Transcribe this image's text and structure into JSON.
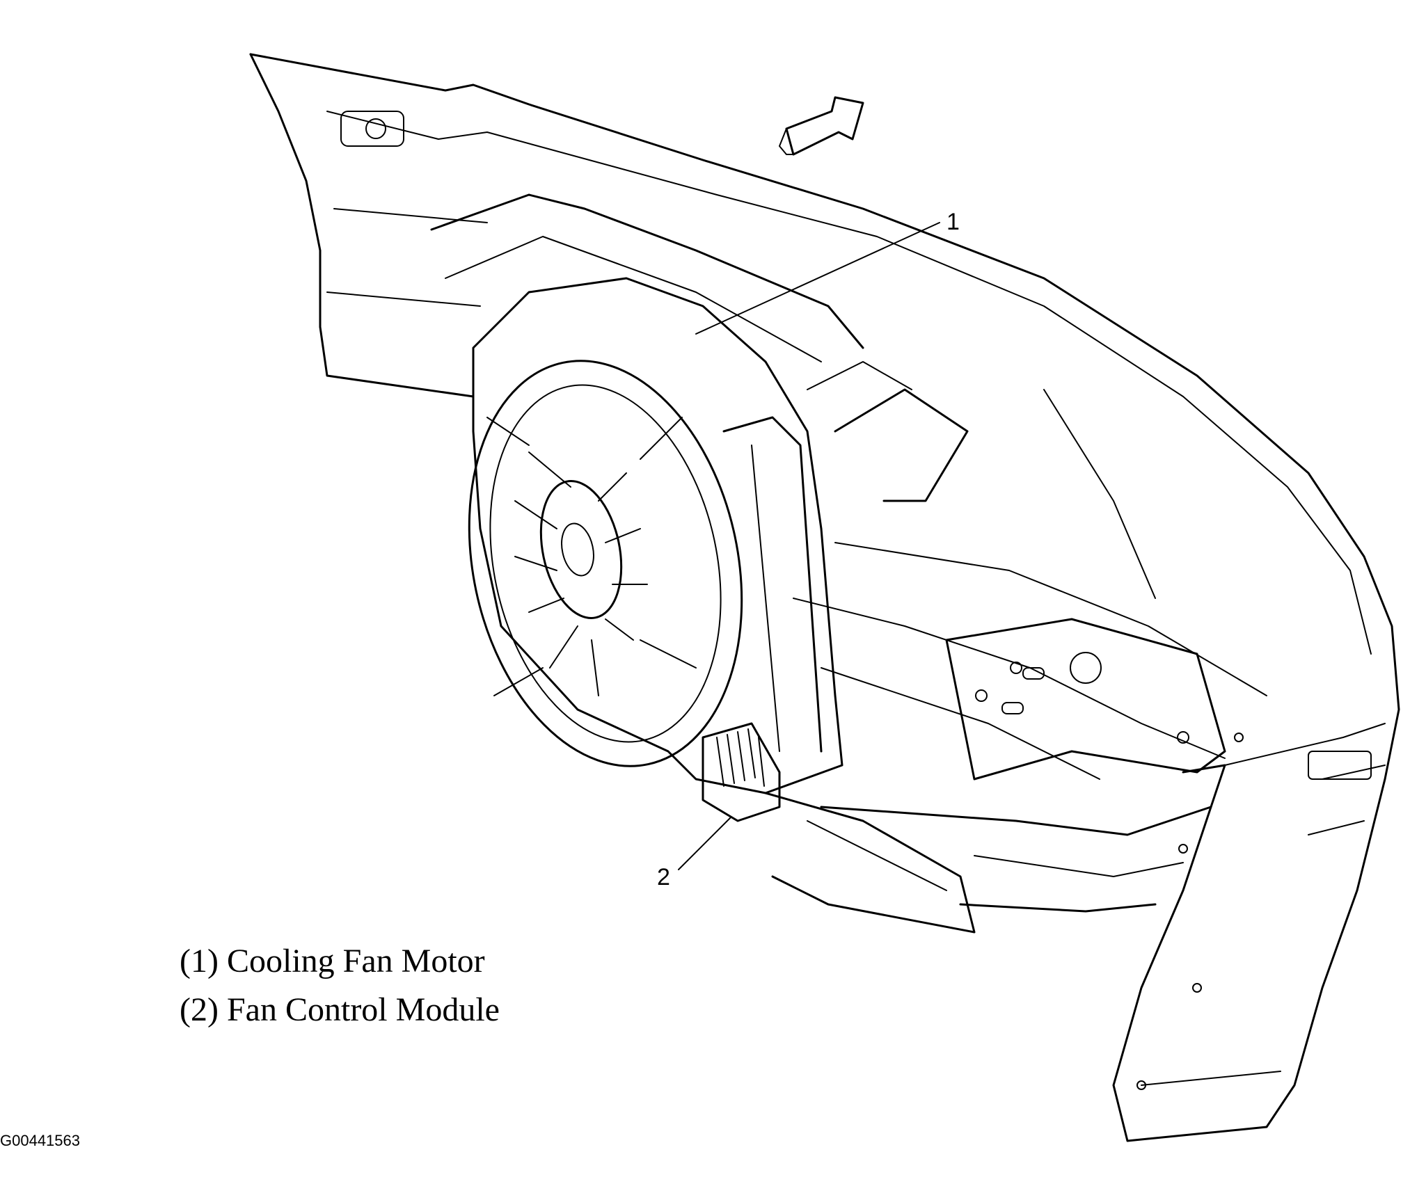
{
  "callouts": [
    {
      "number": "1",
      "label": "(1) Cooling Fan Motor"
    },
    {
      "number": "2",
      "label": "(2) Fan Control Module"
    }
  ],
  "figure_id": "G00441563",
  "direction_icon": "forward-arrow-icon",
  "line_color": "#000000",
  "background_color": "#ffffff"
}
